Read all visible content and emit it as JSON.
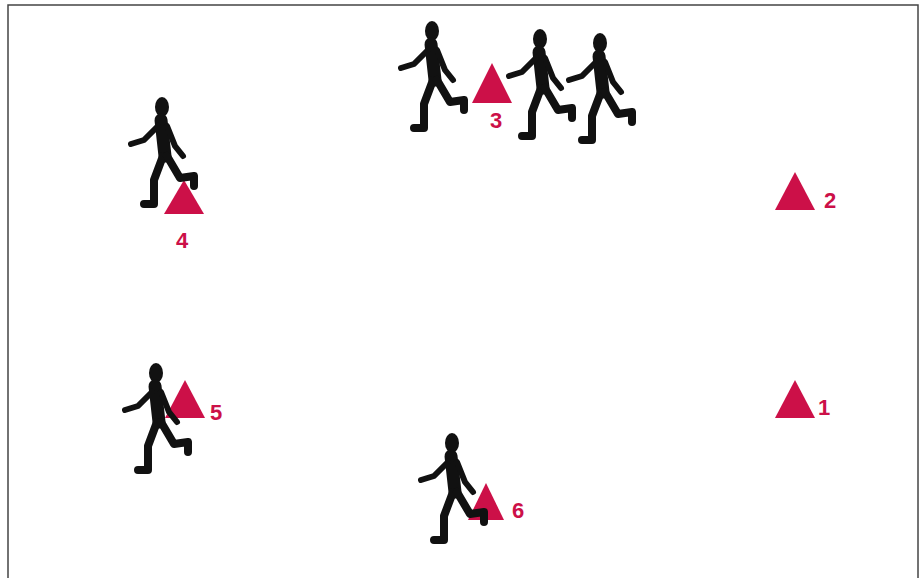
{
  "diagram": {
    "labels": [
      "3",
      "2",
      "4",
      "5",
      "1",
      "6"
    ]
  }
}
